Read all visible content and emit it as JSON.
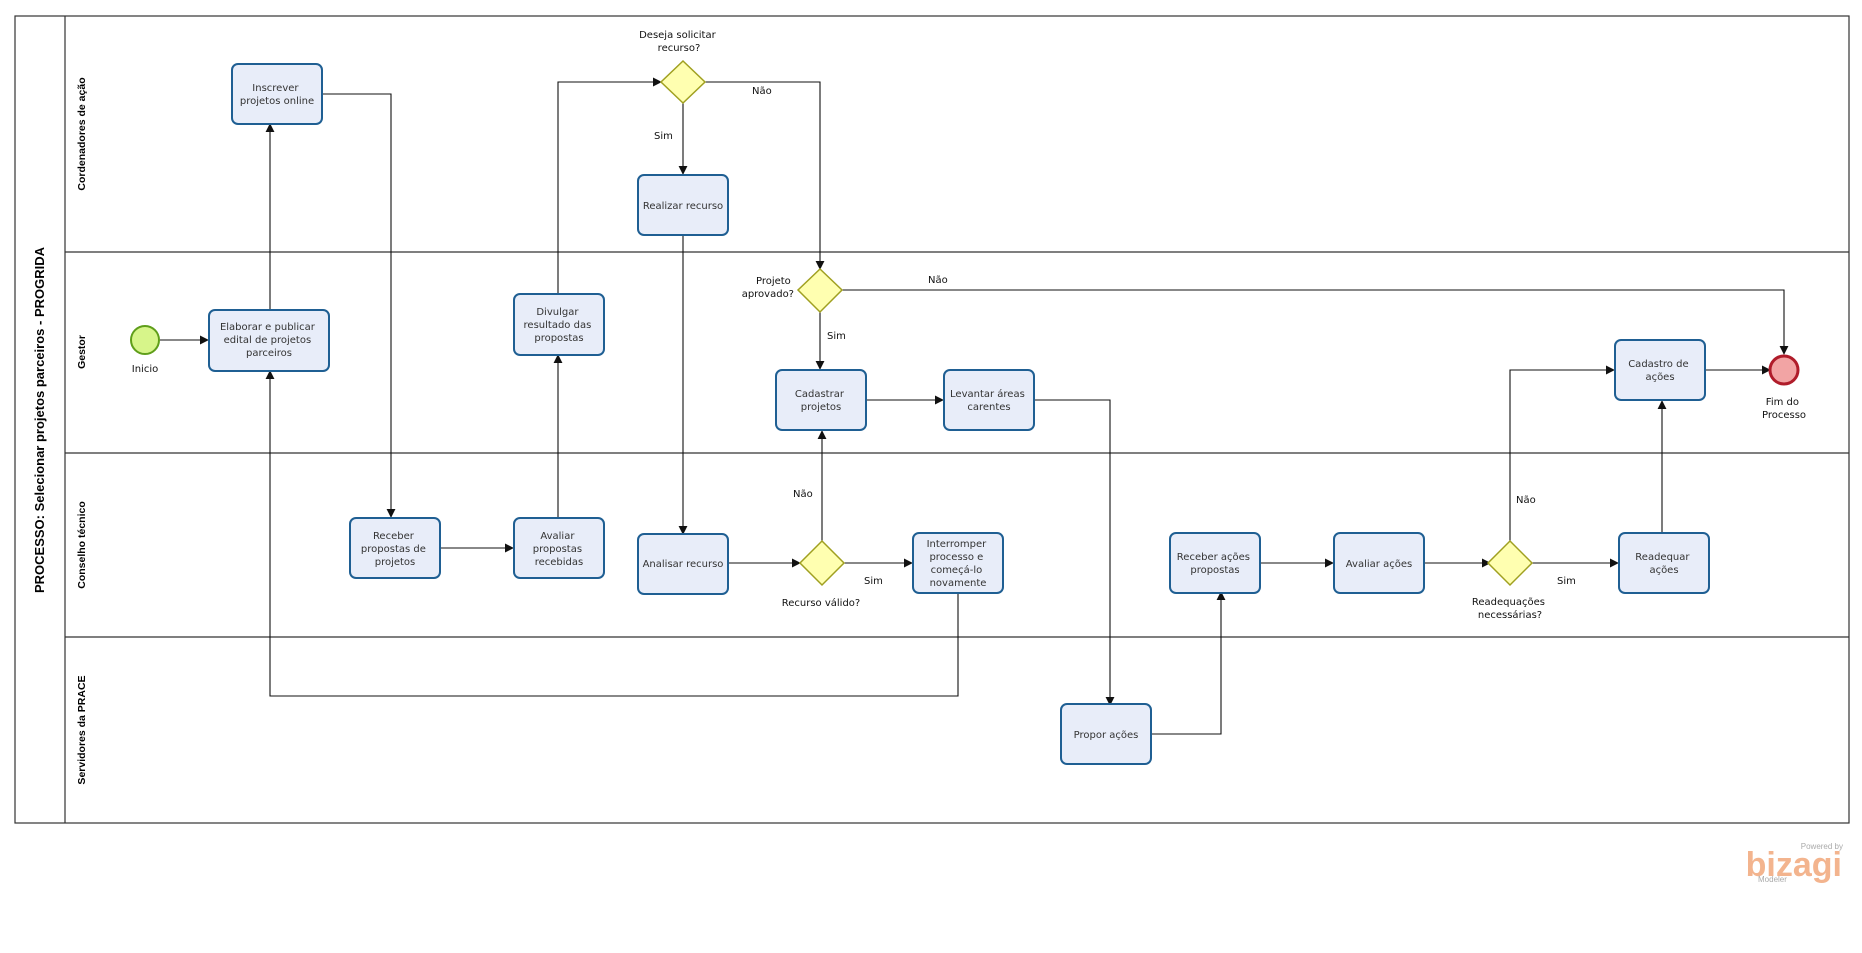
{
  "pool": {
    "title": "PROCESSO: Selecionar projetos parceiros - PROGRIDA",
    "lanes": [
      "Cordenadores de ação",
      "Gestor",
      "Conselho técnico",
      "Servidores da PRACE"
    ]
  },
  "events": {
    "start": "Inicio",
    "end": [
      "Fim do",
      "Processo"
    ]
  },
  "tasks": {
    "inscrever": [
      "Inscrever",
      "projetos online"
    ],
    "realizar_recurso": [
      "Realizar recurso"
    ],
    "elaborar": [
      "Elaborar e publicar",
      "edital de projetos",
      "parceiros"
    ],
    "divulgar": [
      "Divulgar",
      "resultado das",
      "propostas"
    ],
    "cadastrar": [
      "Cadastrar",
      "projetos"
    ],
    "levantar": [
      "Levantar áreas",
      "carentes"
    ],
    "cadastro_acoes": [
      "Cadastro de",
      "ações"
    ],
    "receber_propostas": [
      "Receber",
      "propostas de",
      "projetos"
    ],
    "avaliar_propostas": [
      "Avaliar",
      "propostas",
      "recebidas"
    ],
    "analisar": [
      "Analisar recurso"
    ],
    "interromper": [
      "Interromper",
      "processo e",
      "começá-lo",
      "novamente"
    ],
    "receber_acoes": [
      "Receber ações",
      "propostas"
    ],
    "avaliar_acoes": [
      "Avaliar ações"
    ],
    "readequar": [
      "Readequar",
      "ações"
    ],
    "propor": [
      "Propor ações"
    ]
  },
  "gateways": {
    "deseja": [
      "Deseja solicitar",
      "recurso?"
    ],
    "aprovado": [
      "Projeto",
      "aprovado?"
    ],
    "valido": [
      "Recurso válido?"
    ],
    "readequacoes": [
      "Readequações",
      "necessárias?"
    ]
  },
  "flow_labels": {
    "sim": "Sim",
    "nao": "Não"
  },
  "logo": {
    "powered": "Powered by",
    "brand": "bizagi",
    "product": "Modeler"
  },
  "colors": {
    "task_fill": "#e8edf9",
    "task_stroke": "#1f5f93",
    "gateway_fill": "#ffffb0",
    "start_fill": "#d7f58a",
    "end_fill": "#f2a4a4",
    "end_stroke": "#b01c2a",
    "logo": "#f3b48e"
  }
}
